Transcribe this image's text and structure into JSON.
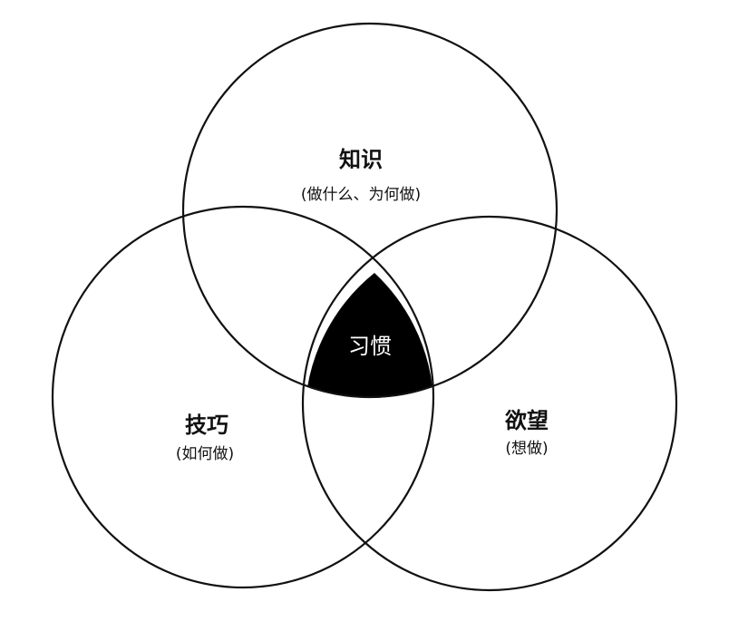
{
  "diagram": {
    "top_circle": {
      "title": "知识",
      "subtitle": "(做什么、为何做)"
    },
    "left_circle": {
      "title": "技巧",
      "subtitle": "(如何做)"
    },
    "right_circle": {
      "title": "欲望",
      "subtitle": "(想做)"
    },
    "center": {
      "label": "习惯"
    }
  },
  "colors": {
    "stroke": "#111111",
    "center_fill": "#000000",
    "center_text": "#ffffff",
    "background": "#ffffff"
  }
}
